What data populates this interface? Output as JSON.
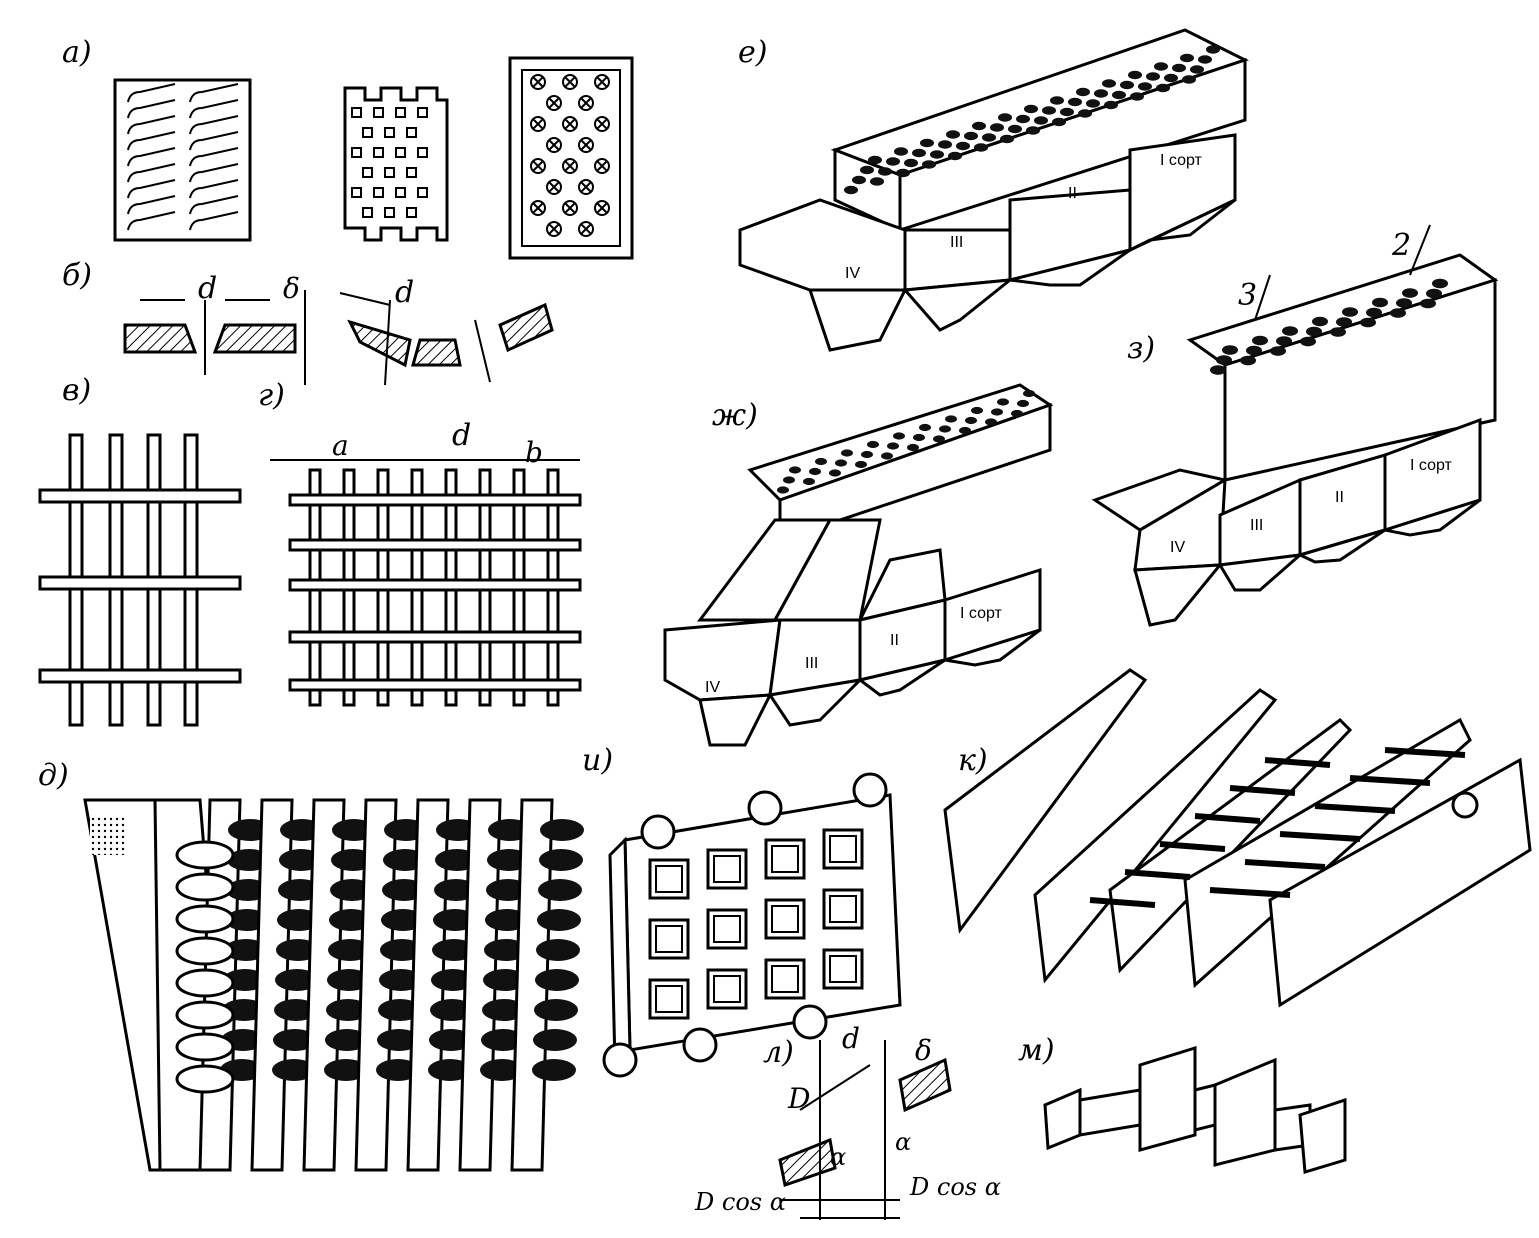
{
  "labels": {
    "a": "а)",
    "b": "б)",
    "v": "в)",
    "g": "г)",
    "d_panel": "д)",
    "e": "е)",
    "zh": "ж)",
    "z": "з)",
    "i": "и)",
    "k": "к)",
    "l": "л)",
    "m": "м)"
  },
  "dims": {
    "d": "d",
    "delta": "δ",
    "a": "a",
    "b": "b",
    "D": "D",
    "alpha": "α",
    "Dcos_left": "D cos α",
    "Dcos_right": "D cos α"
  },
  "bins": {
    "e": [
      "IV",
      "III",
      "II",
      "I сорт"
    ],
    "zh": [
      "IV",
      "III",
      "II",
      "I сорт"
    ],
    "z": [
      "IV",
      "III",
      "II",
      "I сорт"
    ]
  },
  "z_arrows": [
    "2",
    "3"
  ],
  "colors": {
    "ink": "#000000",
    "paper": "#ffffff"
  }
}
